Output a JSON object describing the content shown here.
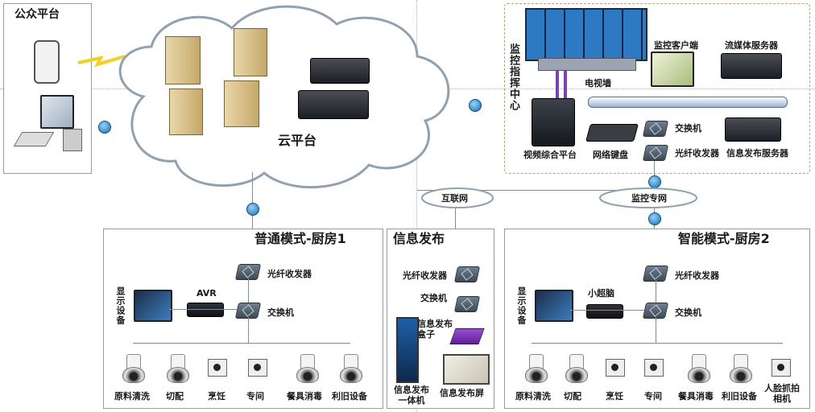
{
  "public_platform": {
    "title": "公众平台"
  },
  "cloud": {
    "label": "云平台"
  },
  "monitor_center": {
    "title": "监控指挥中心",
    "tv_wall": "电视墙",
    "client": "监控客户端",
    "media_server": "流媒体服务器",
    "video_platform": "视频综合平台",
    "keyboard": "网络键盘",
    "switch": "交换机",
    "fiber": "光纤收发器",
    "info_server": "信息发布服务器"
  },
  "networks": {
    "internet": "互联网",
    "monitor_net": "监控专网"
  },
  "kitchen1": {
    "title": "普通模式-厨房1",
    "fiber": "光纤收发器",
    "avr": "AVR",
    "switch": "交换机",
    "display": "显示设备",
    "cams": [
      "原料清洗",
      "切配",
      "烹饪",
      "专间",
      "餐具消毒",
      "利旧设备"
    ]
  },
  "info_release": {
    "title": "信息发布",
    "fiber": "光纤收发器",
    "switch": "交换机",
    "box": "信息发布盒子",
    "kiosk": "信息发布一体机",
    "screen": "信息发布屏"
  },
  "kitchen2": {
    "title": "智能模式-厨房2",
    "fiber": "光纤收发器",
    "brain": "小超脑",
    "switch": "交换机",
    "display": "显示设备",
    "cams": [
      "原料清洗",
      "切配",
      "烹饪",
      "专间",
      "餐具消毒",
      "利旧设备",
      "人脸抓拍相机"
    ]
  }
}
